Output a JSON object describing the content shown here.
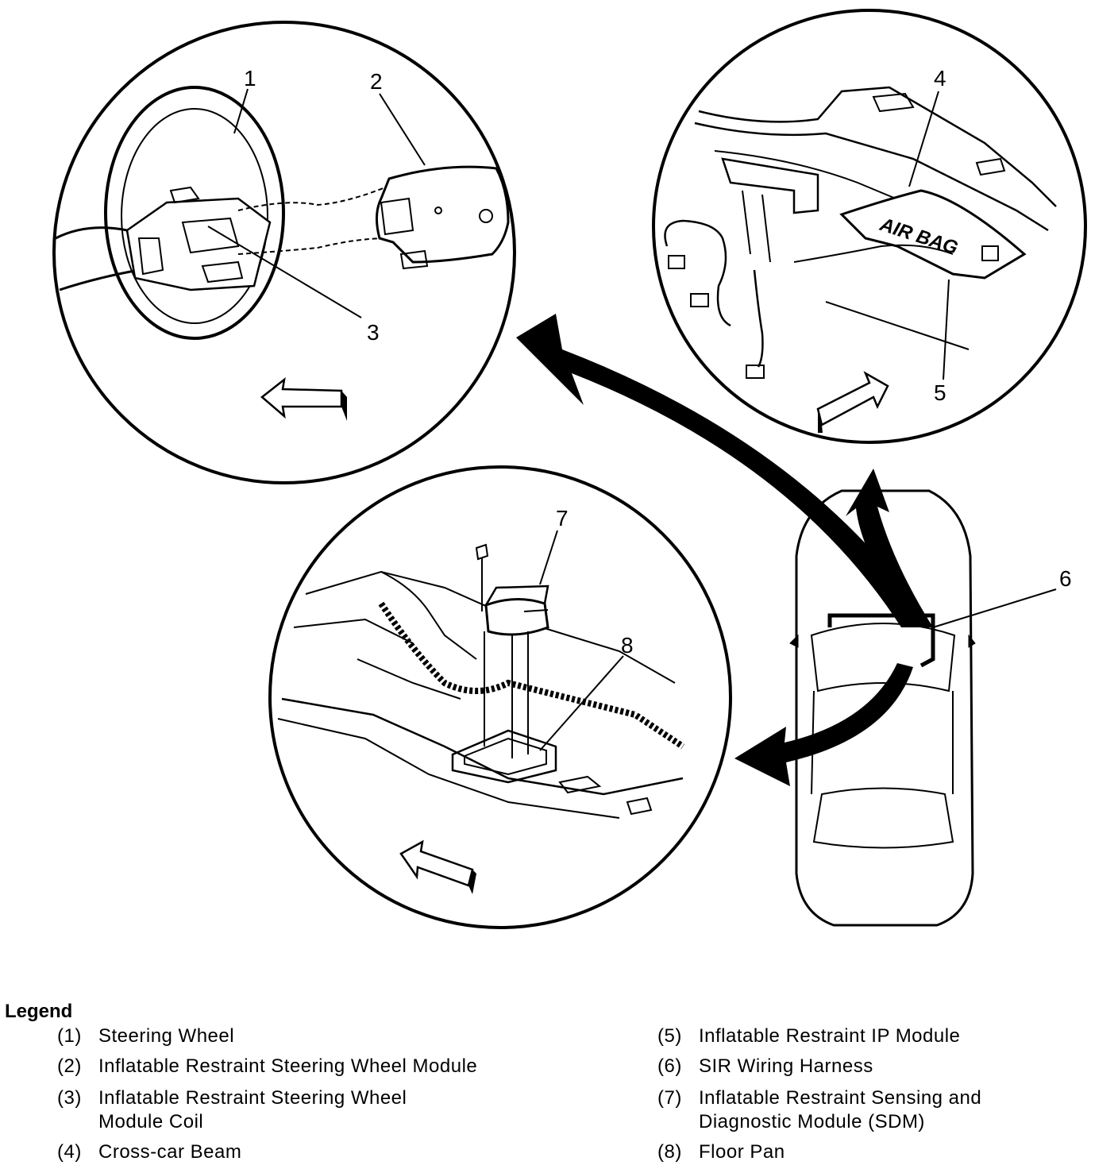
{
  "callouts": [
    "1",
    "2",
    "3",
    "4",
    "5",
    "6",
    "7",
    "8"
  ],
  "diagram_text": {
    "airbag": "AIR BAG"
  },
  "legend": {
    "title": "Legend",
    "items": [
      {
        "num": "(1)",
        "label": "Steering Wheel"
      },
      {
        "num": "(2)",
        "label": "Inflatable Restraint Steering Wheel Module"
      },
      {
        "num": "(3)",
        "label": "Inflatable Restraint Steering Wheel\nModule Coil"
      },
      {
        "num": "(4)",
        "label": "Cross-car Beam"
      },
      {
        "num": "(5)",
        "label": "Inflatable Restraint IP Module"
      },
      {
        "num": "(6)",
        "label": "SIR Wiring Harness"
      },
      {
        "num": "(7)",
        "label": "Inflatable Restraint Sensing and\nDiagnostic Module (SDM)"
      },
      {
        "num": "(8)",
        "label": "Floor Pan"
      }
    ]
  }
}
